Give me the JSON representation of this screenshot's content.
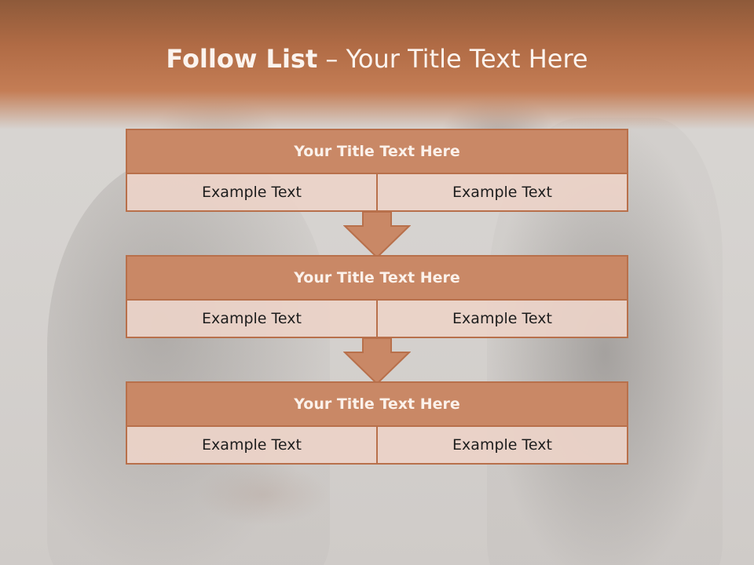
{
  "header": {
    "title_bold": "Follow List",
    "title_rest": " – Your Title Text Here"
  },
  "blocks": [
    {
      "title": "Your Title Text Here",
      "left": "Example Text",
      "right": "Example Text"
    },
    {
      "title": "Your Title Text Here",
      "left": "Example Text",
      "right": "Example Text"
    },
    {
      "title": "Your Title Text Here",
      "left": "Example Text",
      "right": "Example Text"
    }
  ],
  "colors": {
    "header": "#b06b45",
    "block_title": "#c98866",
    "block_border": "#b8704b",
    "cell_bg": "#ecd2c8",
    "arrow": "#c98866"
  }
}
